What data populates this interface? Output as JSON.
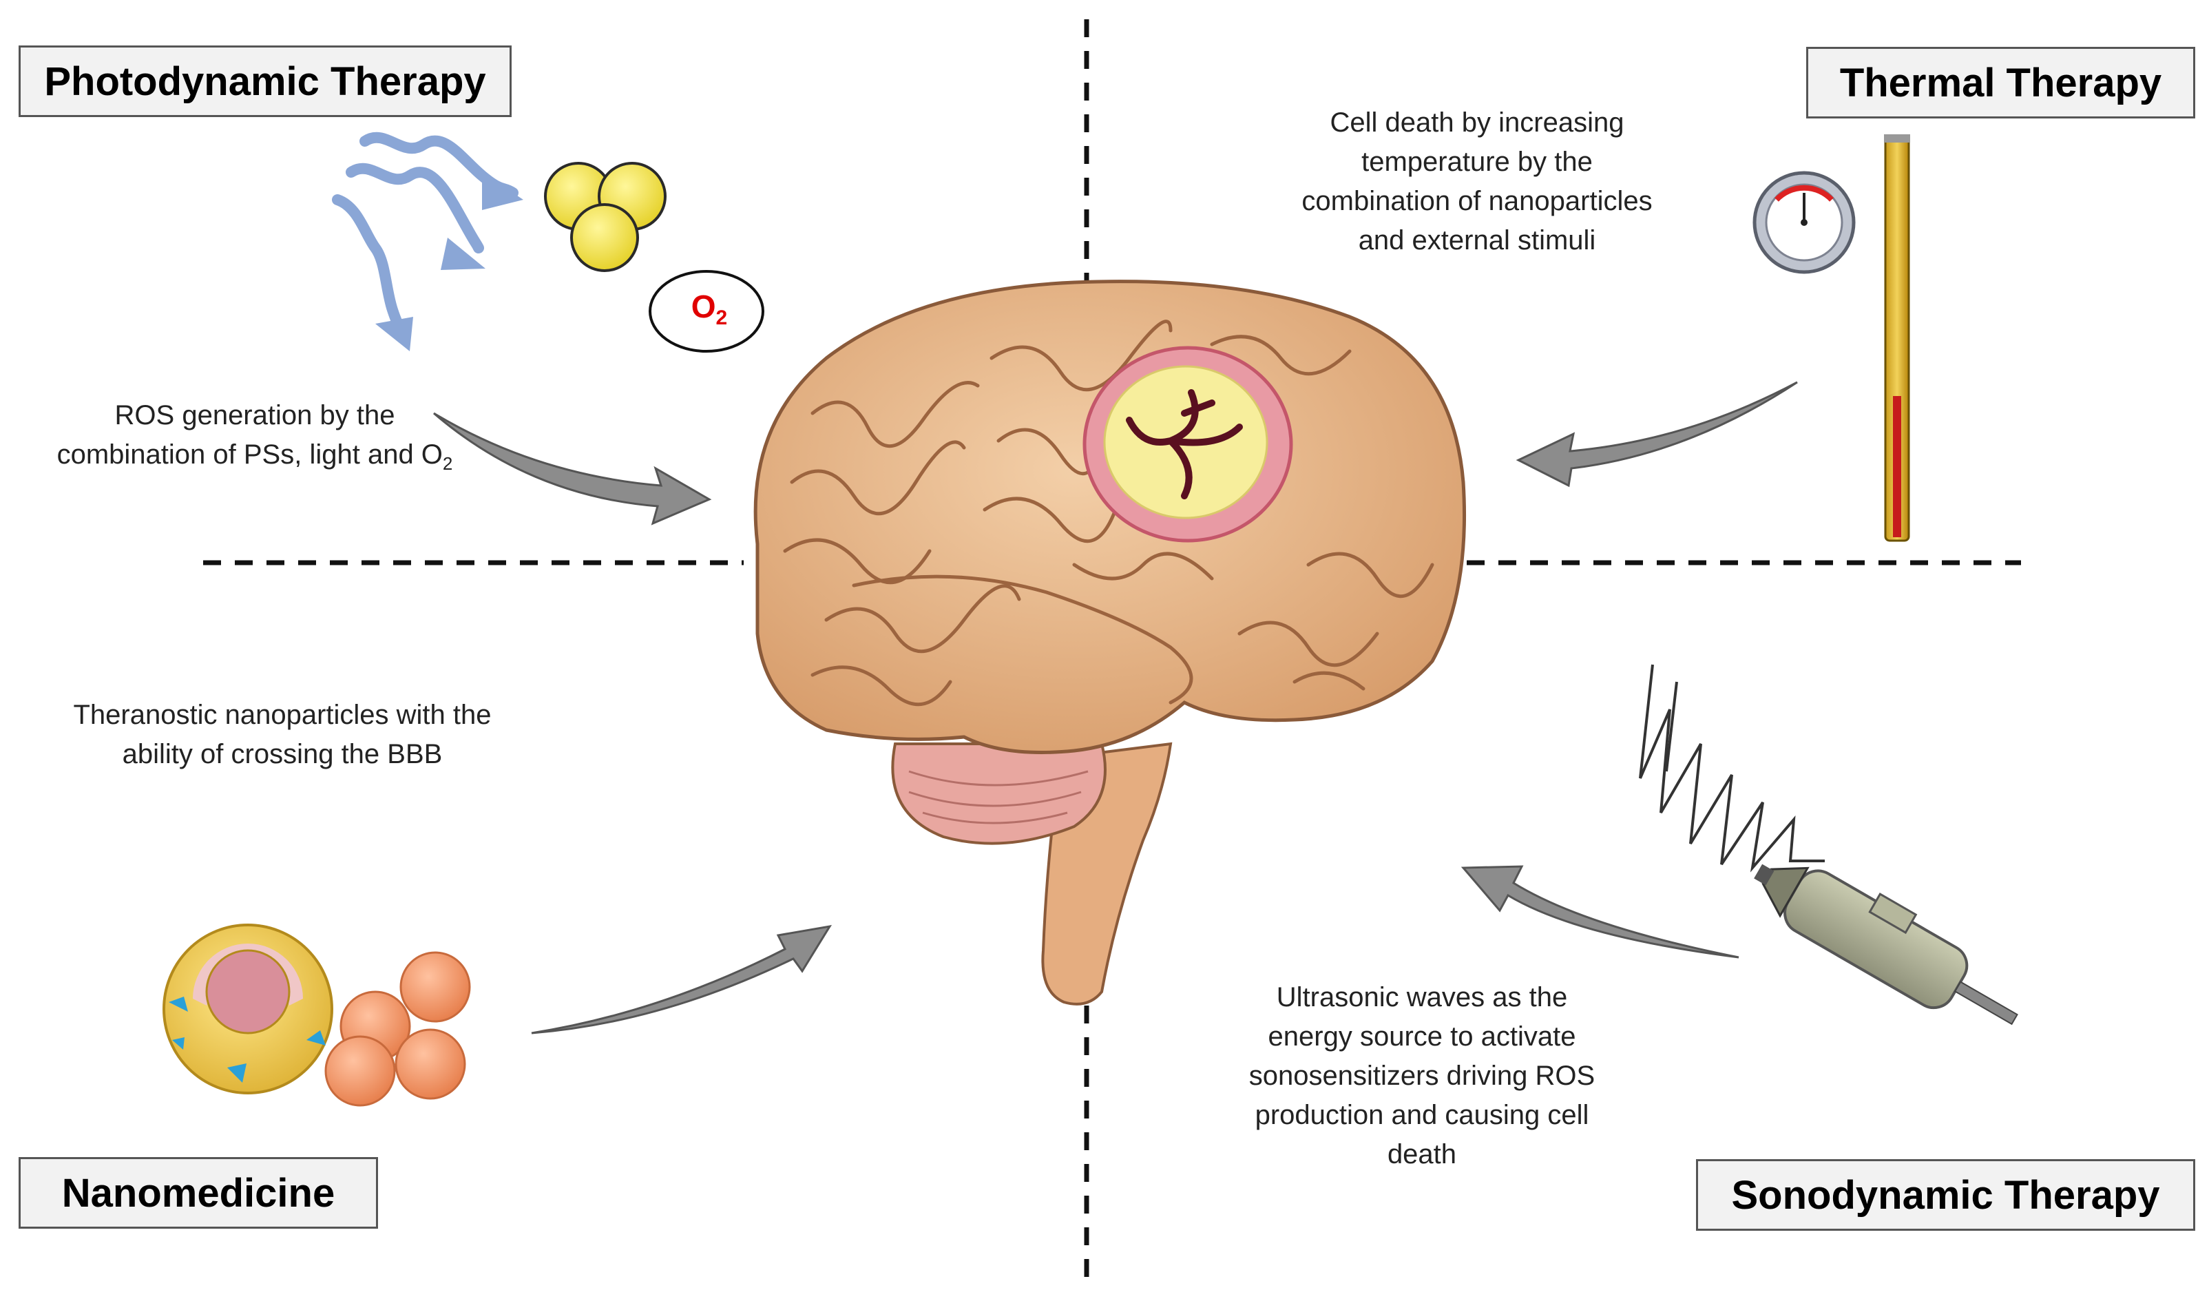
{
  "quadrants": {
    "photodynamic": {
      "title": "Photodynamic Therapy",
      "desc_line1": "ROS generation by the",
      "desc_line2": "combination of PSs, light and O",
      "desc_line2_sub": "2",
      "o2_text": "O",
      "o2_sub": "2"
    },
    "thermal": {
      "title": "Thermal Therapy",
      "desc": [
        "Cell death by increasing",
        "temperature by the",
        "combination of nanoparticles",
        "and external stimuli"
      ]
    },
    "nanomedicine": {
      "title": "Nanomedicine",
      "desc": [
        "Theranostic nanoparticles with the",
        "ability of crossing the BBB"
      ]
    },
    "sonodynamic": {
      "title": "Sonodynamic Therapy",
      "desc": [
        "Ultrasonic waves as the",
        "energy source to activate",
        "sonosensitizers driving ROS",
        "production and causing cell",
        "death"
      ]
    }
  },
  "colors": {
    "arrow": "#8c8c8c",
    "light_wave": "#8aa6d6",
    "ps_particle": "#f3e64a",
    "nanoparticle": "#f0966a",
    "brain": "#e8b98c",
    "tumor": "#f7ee9c",
    "tumor_rim": "#e07c8a",
    "o2_text": "#e00000"
  },
  "icons": [
    "light-wave-icon",
    "photosensitizer-icon",
    "thermometer-icon",
    "gauge-icon",
    "liposome-icon",
    "ultrasound-probe-icon",
    "brain-icon"
  ]
}
